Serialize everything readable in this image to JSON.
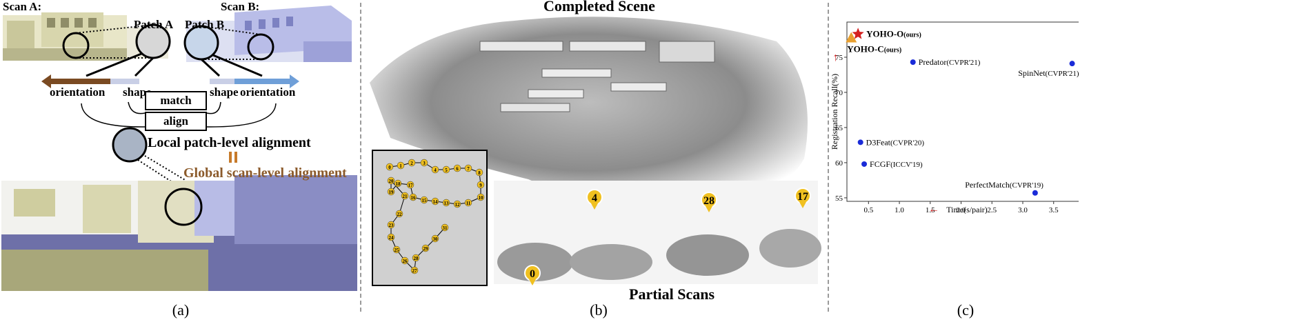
{
  "panel_a": {
    "scan_a_label": "Scan A:",
    "scan_b_label": "Scan B:",
    "patch_a_label": "Patch A",
    "patch_b_label": "Patch B",
    "orientation_left": "orientation",
    "shape_left": "shape",
    "shape_right": "shape",
    "orientation_right": "orientation",
    "match_label": "match",
    "align_label": "align",
    "local_label": "Local patch-level alignment",
    "global_label": "Global scan-level alignment",
    "caption": "(a)",
    "colors": {
      "orientation_brown": "#7a4a22",
      "orientation_blue": "#6f9fd8",
      "global_text": "#8b5a2b"
    }
  },
  "panel_b": {
    "title": "Completed Scene",
    "subtitle": "Partial Scans",
    "scan_markers": [
      "0",
      "4",
      "28",
      "17"
    ],
    "map_nodes": [
      "0",
      "1",
      "2",
      "3",
      "4",
      "5",
      "6",
      "7",
      "8",
      "9",
      "10",
      "11",
      "12",
      "13",
      "14",
      "15",
      "16",
      "17",
      "18",
      "19",
      "20",
      "21",
      "22",
      "23",
      "24",
      "25",
      "26",
      "27",
      "28",
      "29",
      "30",
      "31"
    ],
    "caption": "(b)"
  },
  "panel_c": {
    "caption": "(c)",
    "chart_data": {
      "type": "scatter",
      "xlabel": "Time(s/pair)",
      "ylabel": "Registration Recall(%)",
      "xlim": [
        0.15,
        3.95
      ],
      "ylim": [
        54.5,
        80
      ],
      "x_ticks": [
        "0.5",
        "1.0",
        "1.5",
        "2.0",
        "2.5",
        "3.0",
        "3.5"
      ],
      "y_ticks": [
        "55",
        "60",
        "65",
        "70",
        "75"
      ],
      "grid": false,
      "points": [
        {
          "name": "YOHO-O",
          "tag": "(ours)",
          "x": 0.33,
          "y": 78.3,
          "marker": "star",
          "color": "#d42020"
        },
        {
          "name": "YOHO-C",
          "tag": "(ours)",
          "x": 0.22,
          "y": 77.7,
          "marker": "triangle",
          "color": "#e8a030"
        },
        {
          "name": "Predator",
          "tag": "(CVPR'21)",
          "x": 1.22,
          "y": 74.3,
          "marker": "circle",
          "color": "#1a2bd8"
        },
        {
          "name": "SpinNet",
          "tag": "(CVPR'21)",
          "x": 3.8,
          "y": 74.1,
          "marker": "circle",
          "color": "#1a2bd8"
        },
        {
          "name": "D3Feat",
          "tag": "(CVPR'20)",
          "x": 0.37,
          "y": 62.9,
          "marker": "circle",
          "color": "#1a2bd8"
        },
        {
          "name": "FCGF",
          "tag": "(ICCV'19)",
          "x": 0.43,
          "y": 59.8,
          "marker": "circle",
          "color": "#1a2bd8"
        },
        {
          "name": "PerfectMatch",
          "tag": "(CVPR'19)",
          "x": 3.2,
          "y": 55.7,
          "marker": "circle",
          "color": "#1a2bd8"
        }
      ]
    }
  }
}
